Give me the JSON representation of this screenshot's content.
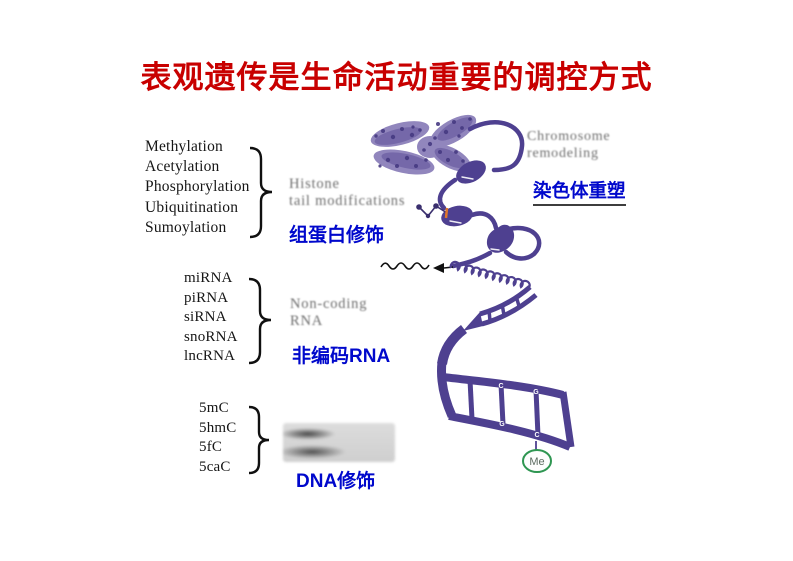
{
  "title": {
    "text": "表观遗传是生命活动重要的调控方式",
    "color": "#c80000"
  },
  "histone_panel": {
    "marks": [
      "Methylation",
      "Acetylation",
      "Phosphorylation",
      "Ubiquitination",
      "Sumoylation"
    ],
    "en_label": {
      "line1": "Histone",
      "line2": "tail modifications"
    },
    "zh_label": "组蛋白修饰"
  },
  "remodeling_panel": {
    "en_label": {
      "line1": "Chromosome",
      "line2": "remodeling"
    },
    "zh_label": "染色体重塑"
  },
  "ncrna_panel": {
    "types": [
      "miRNA",
      "piRNA",
      "siRNA",
      "snoRNA",
      "lncRNA"
    ],
    "en_label": {
      "line1": "Non-coding",
      "line2": "RNA"
    },
    "zh_label": "非编码RNA"
  },
  "dna_panel": {
    "marks": [
      "5mC",
      "5hmC",
      "5fC",
      "5caC"
    ],
    "zh_label": "DNA修饰"
  },
  "diagram": {
    "me_badge": "Me",
    "base_letters": [
      "C",
      "G",
      "G",
      "C"
    ],
    "colors": {
      "purple": "#4e4090",
      "label_blue": "#0008cc",
      "title_red": "#c80000",
      "me_green": "#2f9652",
      "histone_tag_orange": "#e0762a"
    }
  }
}
